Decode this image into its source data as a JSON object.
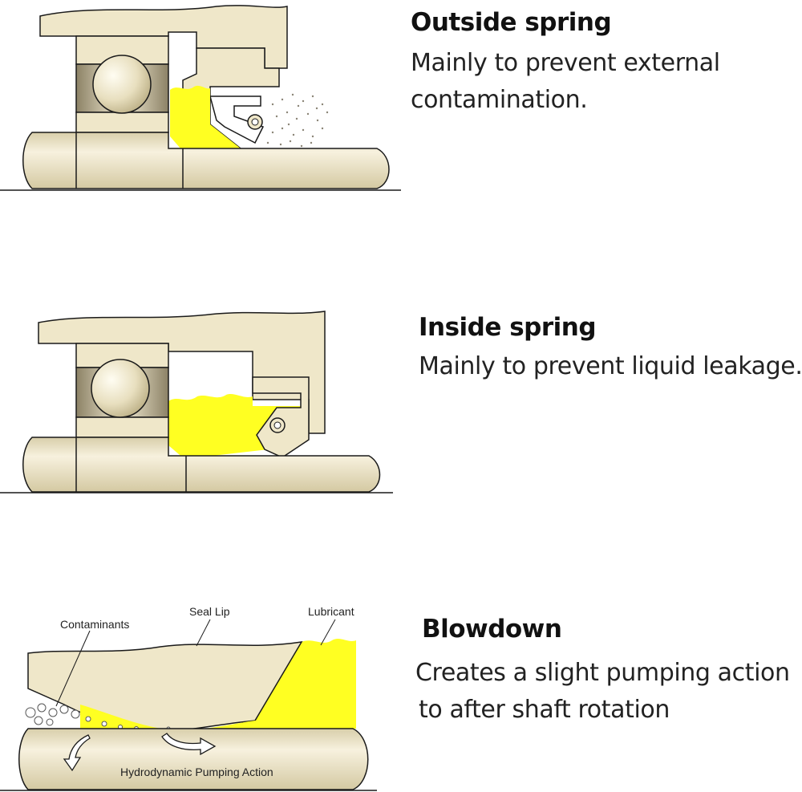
{
  "sections": [
    {
      "title": "Outside spring",
      "lines": [
        "Mainly to prevent external",
        "contamination."
      ]
    },
    {
      "title": "Inside spring",
      "lines": [
        "Mainly to prevent liquid leakage."
      ]
    },
    {
      "title": "Blowdown",
      "lines": [
        "Creates a slight pumping action",
        "to after shaft rotation"
      ]
    }
  ],
  "diagram_labels": {
    "contaminants": "Contaminants",
    "seal_lip": "Seal Lip",
    "lubricant": "Lubricant",
    "pumping_action": "Hydrodynamic Pumping Action"
  },
  "colors": {
    "metal": "#efe7c9",
    "metal_shade": "#c9bd95",
    "lubricant": "#ffff22",
    "outline": "#1a1a1a"
  }
}
